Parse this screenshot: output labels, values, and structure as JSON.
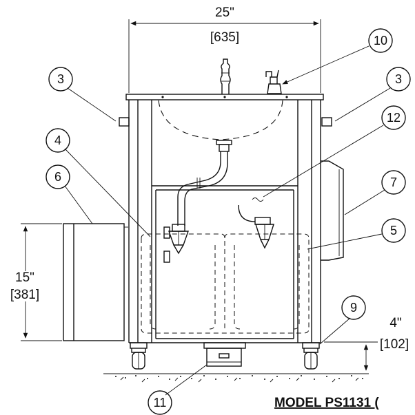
{
  "dimensions": {
    "width_in": "25\"",
    "width_mm": "[635]",
    "height_in": "15\"",
    "height_mm": "[381]",
    "clearance_in": "4\"",
    "clearance_mm": "[102]"
  },
  "callouts": [
    "3",
    "3",
    "4",
    "5",
    "6",
    "7",
    "9",
    "10",
    "11",
    "12"
  ],
  "model_label": "MODEL PS1131 ("
}
